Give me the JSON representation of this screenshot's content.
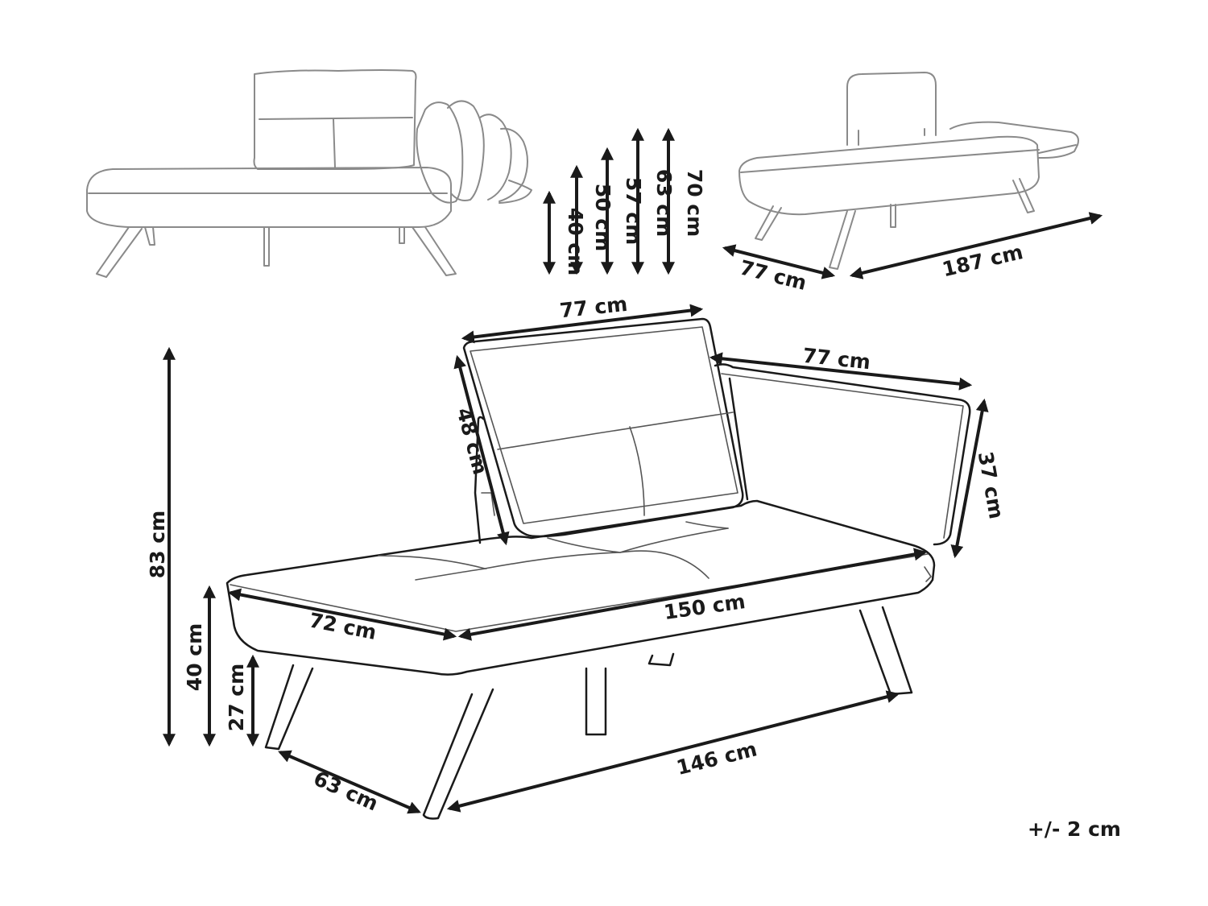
{
  "views": {
    "side": {
      "heights": [
        "40 cm",
        "50 cm",
        "57 cm",
        "63 cm",
        "70 cm"
      ]
    },
    "top_right": {
      "depth": "77 cm",
      "length": "187 cm"
    },
    "main": {
      "backrest_width": "77 cm",
      "armrest_length": "77 cm",
      "backrest_height": "48 cm",
      "armrest_height": "37 cm",
      "total_height": "83 cm",
      "seat_height": "40 cm",
      "leg_height": "27 cm",
      "seat_depth": "72 cm",
      "seat_length": "150 cm",
      "leg_depth": "63 cm",
      "leg_span": "146 cm"
    }
  },
  "tolerance": "+/- 2 cm"
}
